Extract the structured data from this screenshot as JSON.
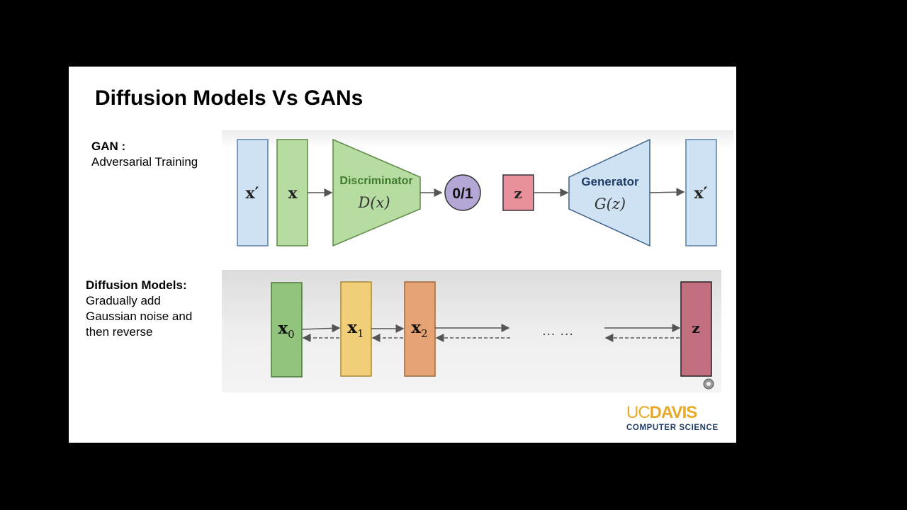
{
  "slide": {
    "title": "Diffusion Models Vs GANs",
    "gan_heading": "GAN :",
    "gan_subtitle": "Adversarial Training",
    "diffusion_heading": "Diffusion Models:",
    "diffusion_text": "Gradually add Gaussian noise and then reverse"
  },
  "gan_diagram": {
    "x_prime_left": "x′",
    "x_input": "x",
    "discriminator_label": "Discriminator",
    "discriminator_fn": "D(x)",
    "output": "0/1",
    "z_input": "z",
    "generator_label": "Generator",
    "generator_fn": "G(z)",
    "x_prime_right": "x′"
  },
  "diffusion_diagram": {
    "x0": "x",
    "x0_sub": "0",
    "x1": "x",
    "x1_sub": "1",
    "x2": "x",
    "x2_sub": "2",
    "ellipsis": "… …",
    "z": "z"
  },
  "logo": {
    "uc": "UC",
    "davis": "DAVIS",
    "department": "COMPUTER SCIENCE"
  },
  "colors": {
    "blue_box": "#cfe2f3",
    "green_box": "#b6dca1",
    "circle": "#b4a7d6",
    "red_box": "#e8909c",
    "gold": "#e6a92a",
    "navy": "#1f3b66"
  }
}
